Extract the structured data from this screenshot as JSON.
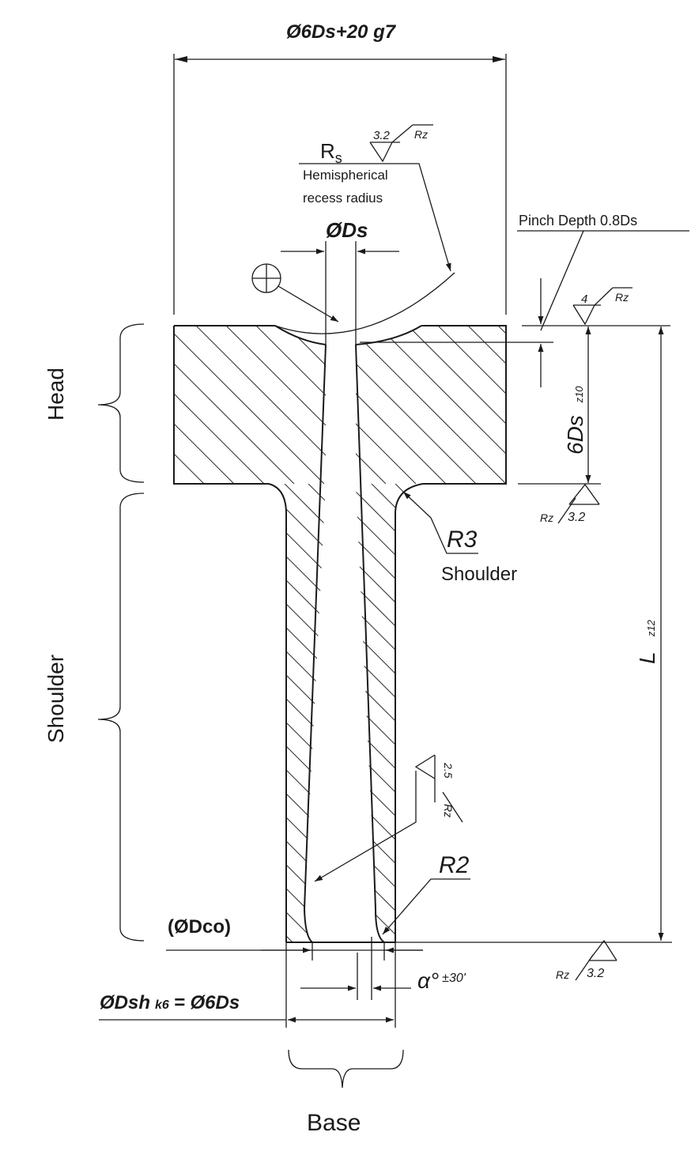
{
  "labels": {
    "top_dimension": "Ø6Ds+20 g7",
    "rs": "Rs",
    "rs_main": "R",
    "rs_sub": "s",
    "hemi_line1": "Hemispherical",
    "hemi_line2": "recess radius",
    "ods": "ØDs",
    "pinch_depth": "Pinch Depth 0.8Ds",
    "head": "Head",
    "six_ds": "6Ds",
    "six_ds_tol": "z10",
    "r3": "R3",
    "shoulder_note": "Shoulder",
    "l_dim": "L",
    "l_tol": "z12",
    "shoulder_side": "Shoulder",
    "r2": "R2",
    "odco": "(ØDco)",
    "odsh": "ØDsh",
    "odsh_tol": "k6",
    "odsh_eq": "= Ø6Ds",
    "alpha": "α°",
    "alpha_tol": "±30'",
    "base": "Base"
  },
  "surface_finish": {
    "top_recess_value": "3.2",
    "top_recess_param": "Rz",
    "head_top_value": "4",
    "head_top_param": "Rz",
    "head_bottom_value": "3.2",
    "head_bottom_param": "Rz",
    "bore_value": "2.5",
    "bore_param": "Rz",
    "base_value": "3.2",
    "base_param": "Rz"
  }
}
